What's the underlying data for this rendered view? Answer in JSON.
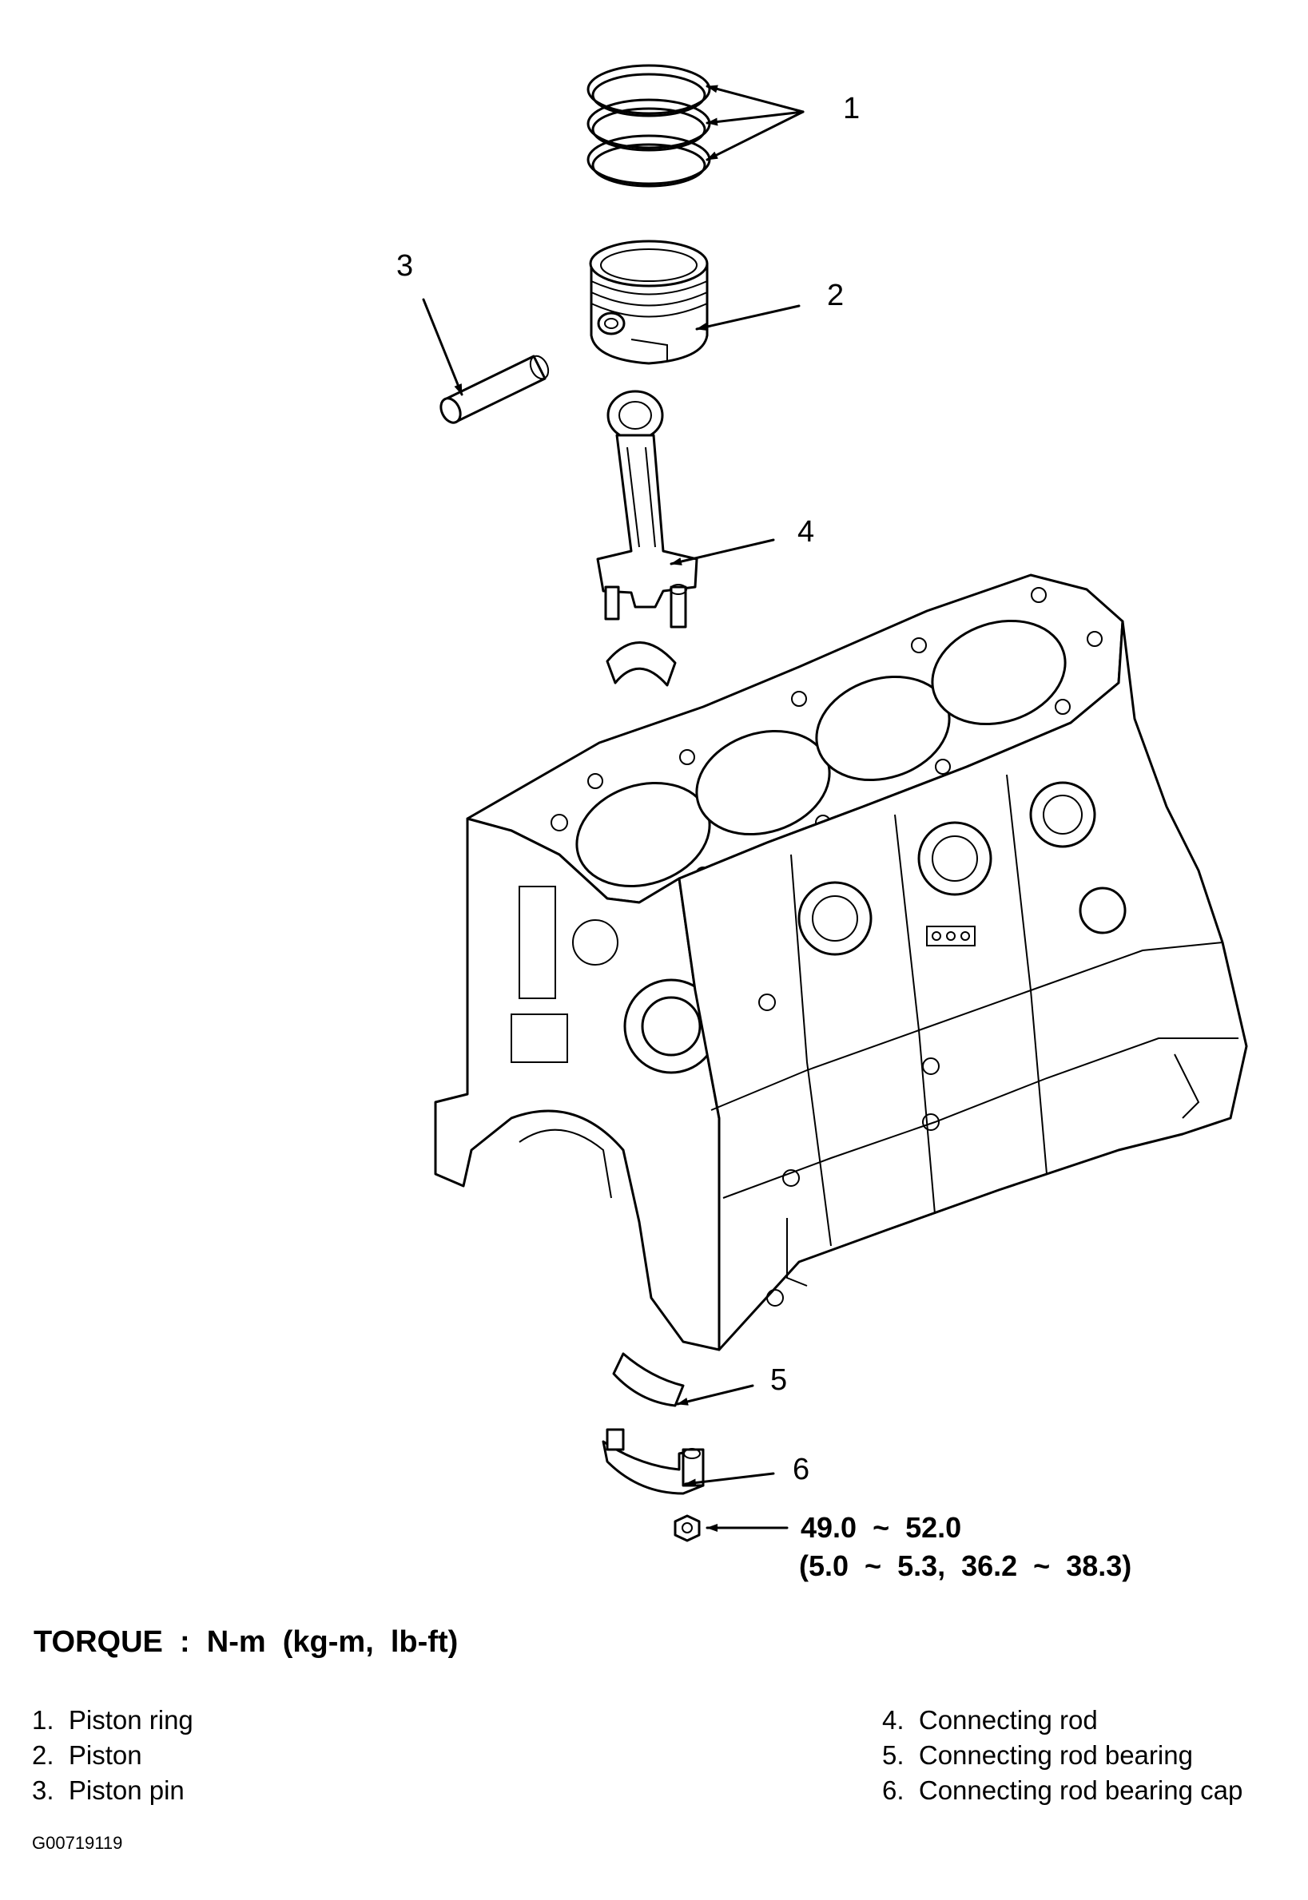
{
  "callouts": [
    {
      "num": "1"
    },
    {
      "num": "2"
    },
    {
      "num": "3"
    },
    {
      "num": "4"
    },
    {
      "num": "5"
    },
    {
      "num": "6"
    }
  ],
  "torque_spec": {
    "nm": "49.0  ~  52.0",
    "alt": "(5.0  ~  5.3,  36.2  ~  38.3)"
  },
  "torque_heading": "TORQUE  :  N-m  (kg-m,  lb-ft)",
  "legend_left": [
    "1.  Piston ring",
    "2.  Piston",
    "3.  Piston pin"
  ],
  "legend_right": [
    "4.  Connecting rod",
    "5.  Connecting rod bearing",
    "6.  Connecting rod bearing cap"
  ],
  "figure_id": "G00719119"
}
